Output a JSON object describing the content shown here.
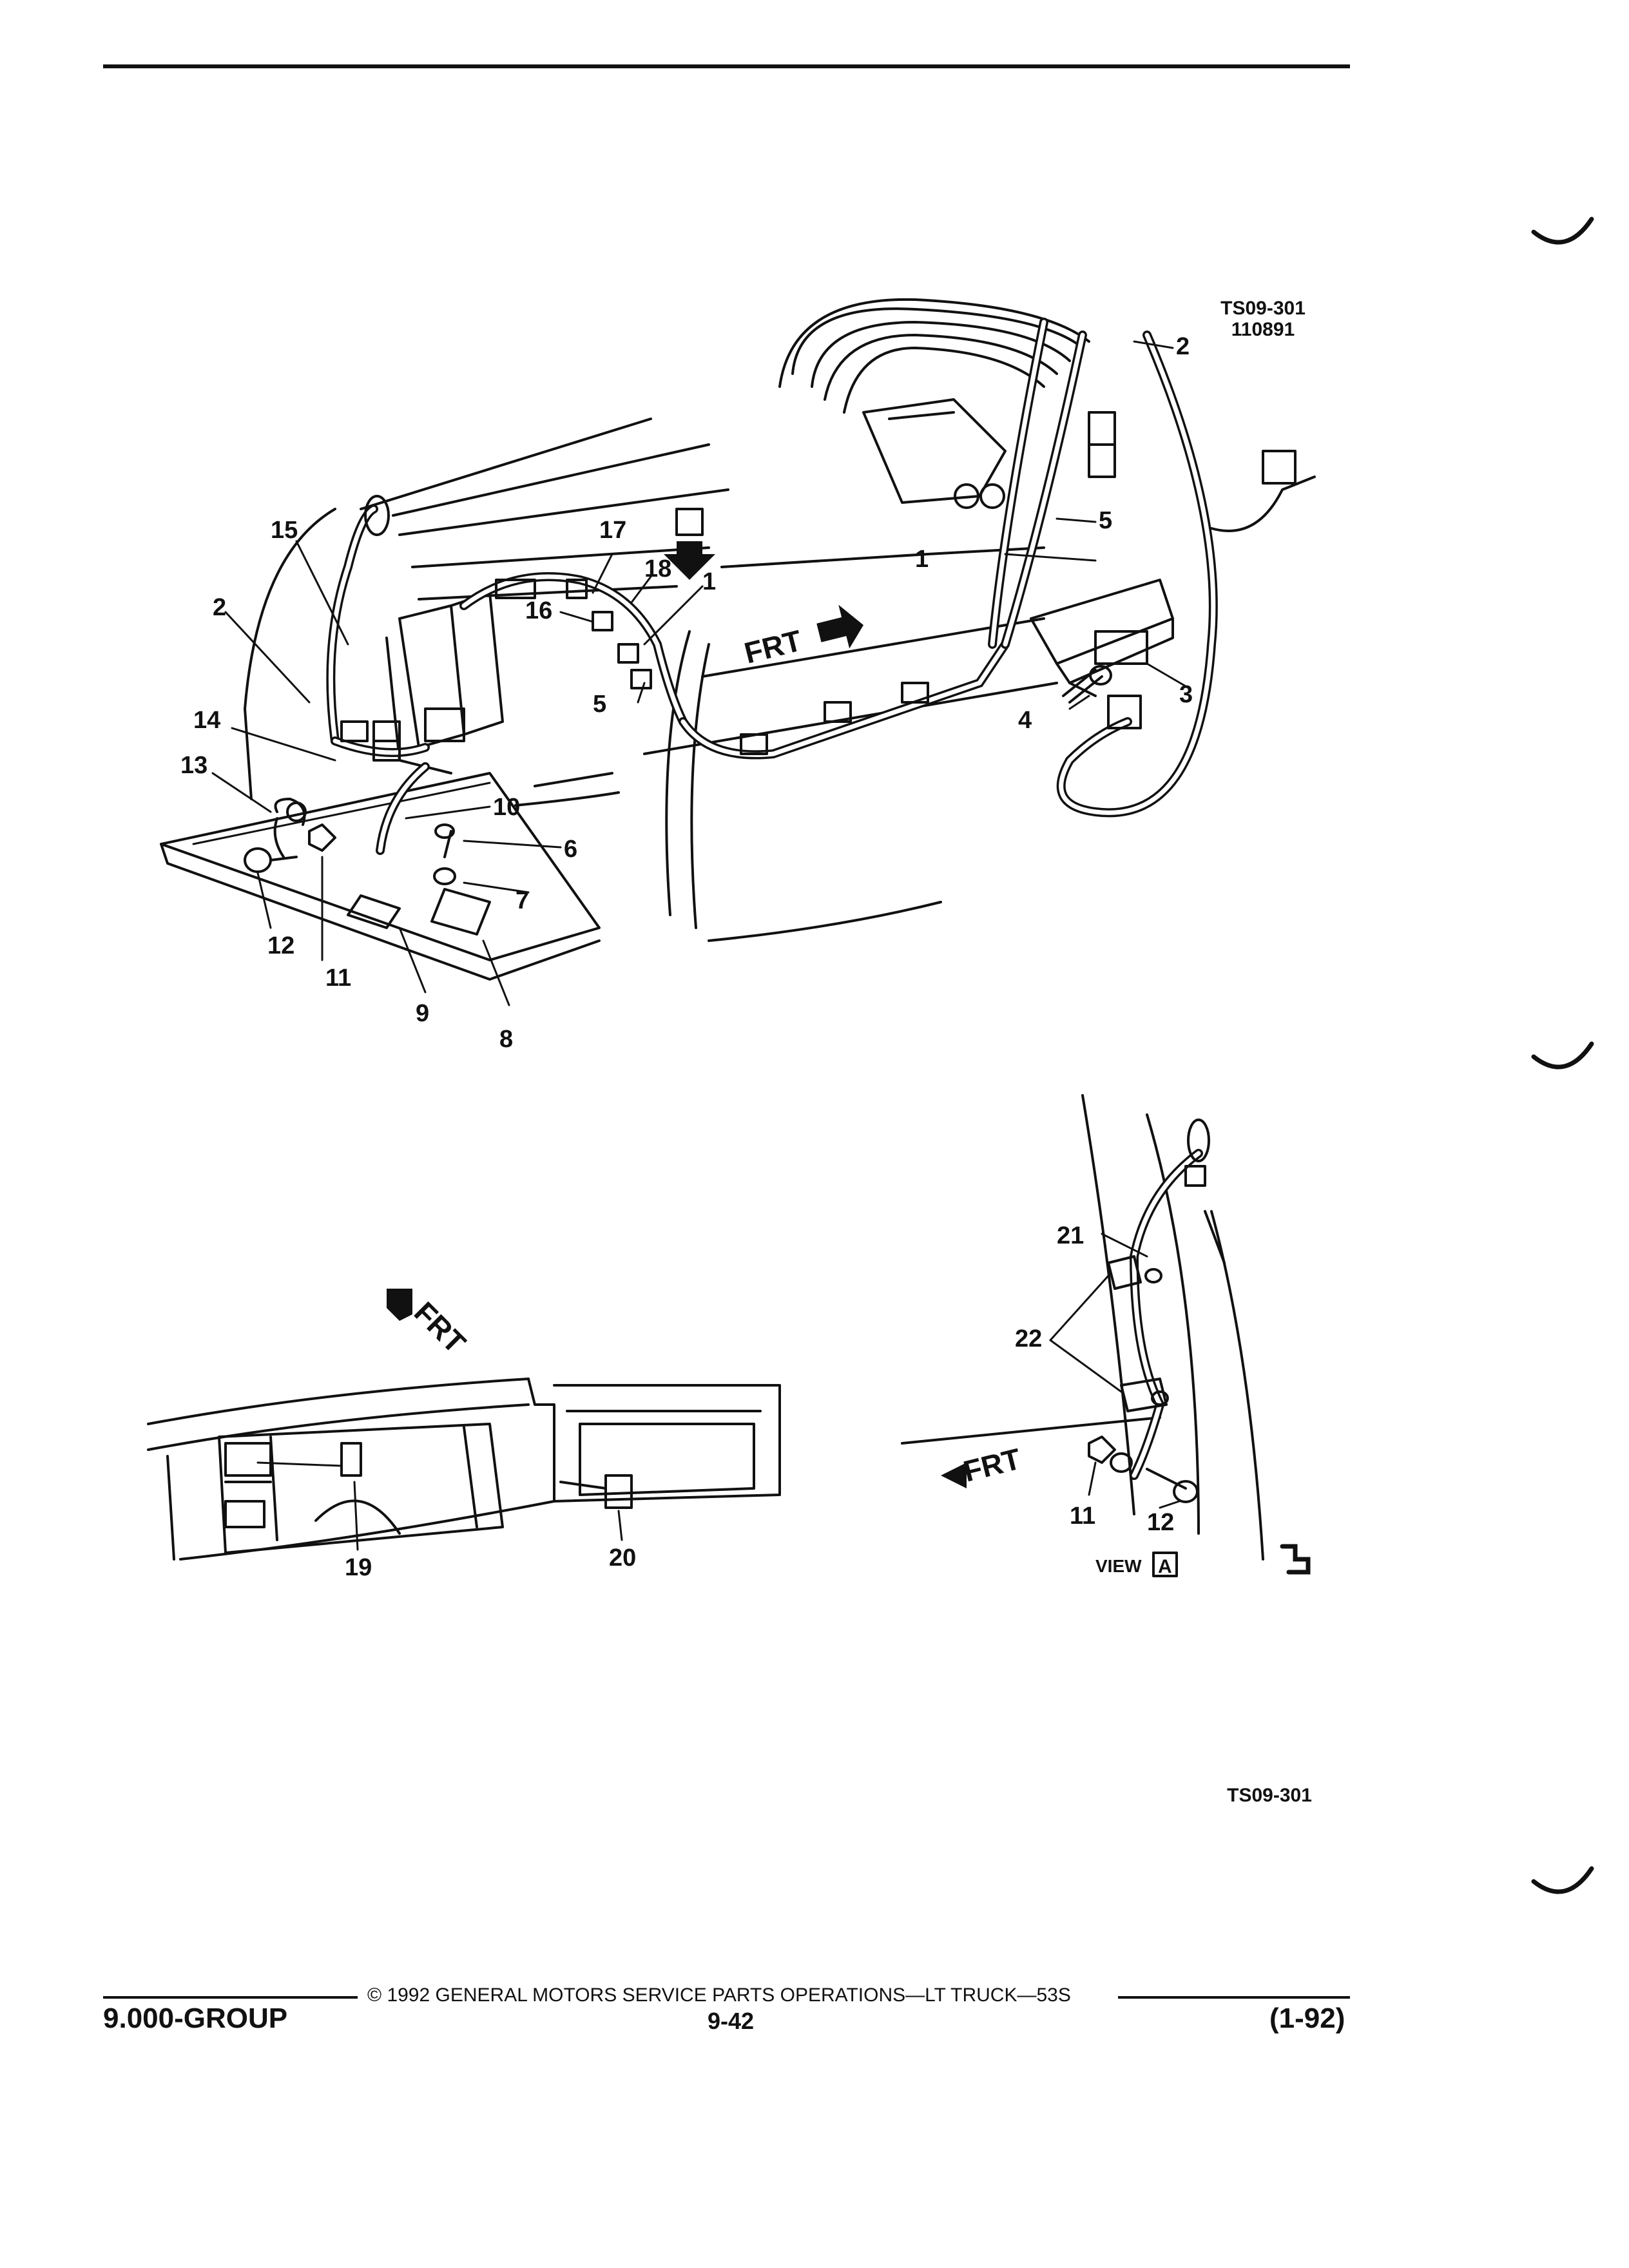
{
  "drawing": {
    "code_top": "TS09-301",
    "date_code": "110891",
    "code_bottom": "TS09-301"
  },
  "callouts": {
    "c1": "1",
    "c2": "2",
    "c3": "3",
    "c4": "4",
    "c5": "5",
    "c6": "6",
    "c7": "7",
    "c8": "8",
    "c9": "9",
    "c10": "10",
    "c11": "11",
    "c12": "12",
    "c13": "13",
    "c14": "14",
    "c15": "15",
    "c16": "16",
    "c17": "17",
    "c18": "18",
    "c19": "19",
    "c20": "20",
    "c21": "21",
    "c22": "22"
  },
  "labels": {
    "frt": "FRT",
    "view_letter": "A",
    "view_label": "VIEW"
  },
  "footer": {
    "copyright": "© 1992 GENERAL MOTORS SERVICE PARTS OPERATIONS—LT TRUCK—53S",
    "group": "9.000-GROUP",
    "page": "9-42",
    "date": "(1-92)"
  }
}
